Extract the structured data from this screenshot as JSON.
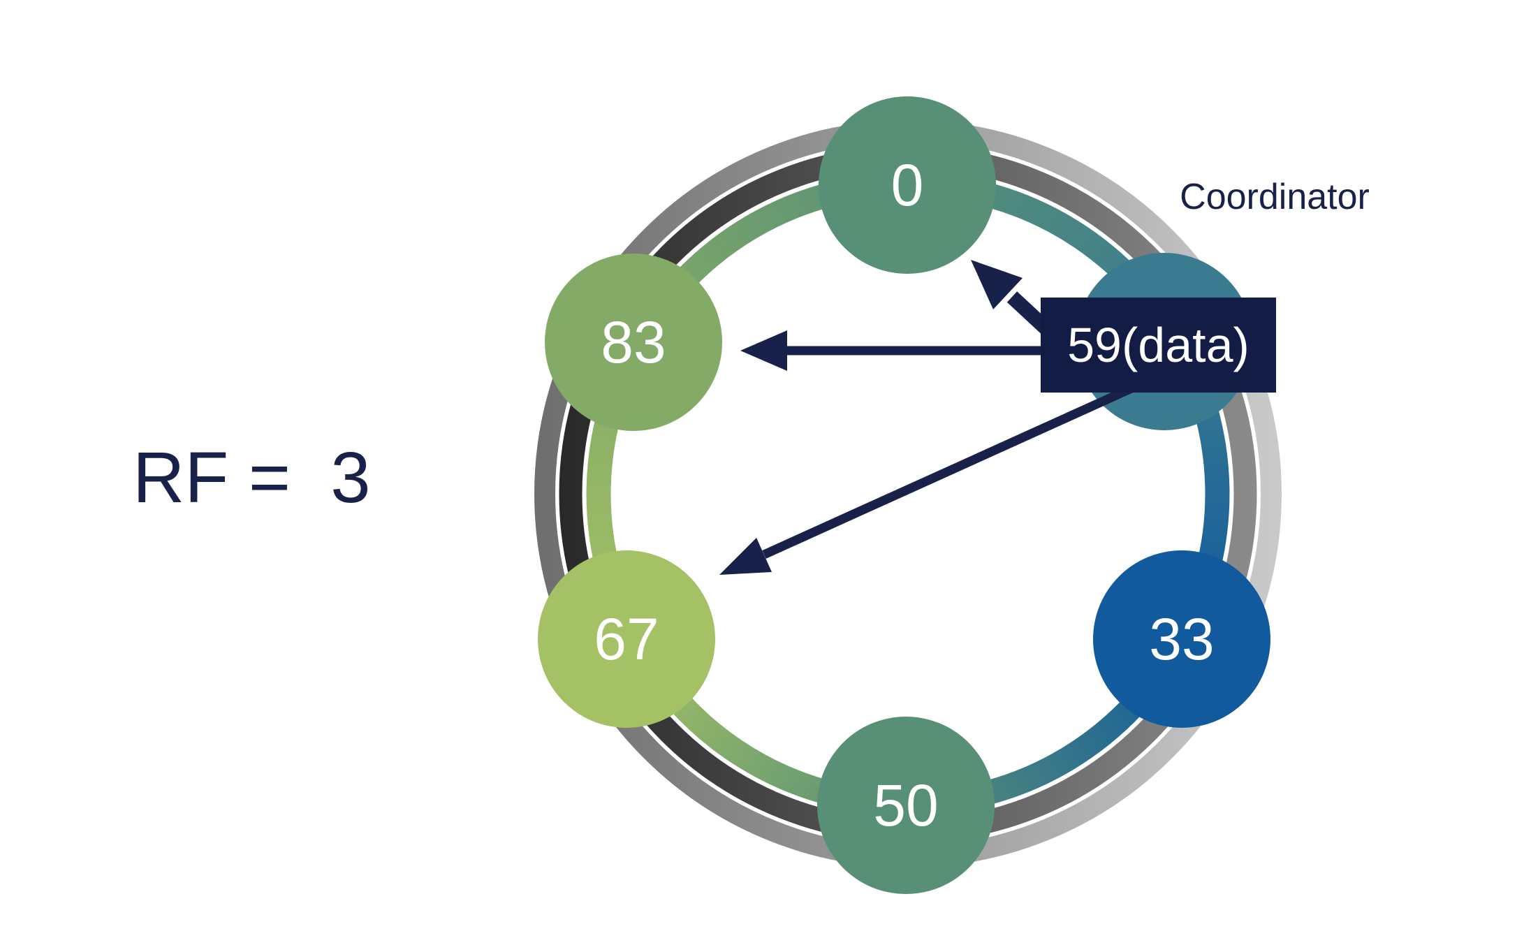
{
  "rf": {
    "label": "RF =  3"
  },
  "coordinator": {
    "label": "Coordinator"
  },
  "packet": {
    "label": "59(data)",
    "bg": "#131c44"
  },
  "nodes": [
    {
      "label": "0",
      "color": "#579077"
    },
    {
      "label": "83",
      "color": "#83aa67"
    },
    {
      "label": "67",
      "color": "#a4c165"
    },
    {
      "label": "50",
      "color": "#579077"
    },
    {
      "label": "33",
      "color": "#115a9d"
    },
    {
      "label": "",
      "color": "#3a7b90",
      "role": "coordinator"
    }
  ],
  "colors": {
    "seagreen": "#579077",
    "teal": "#3a7b90",
    "blue": "#115a9d",
    "yellowgreen": "#a4c165",
    "green": "#83aa67",
    "navy": "#18214a",
    "gray_ring_dark": "#6f6f6f",
    "gray_ring_light": "#c9c9c9",
    "dark_ring_dark": "#262626",
    "dark_ring_light": "#8d8d8d"
  }
}
